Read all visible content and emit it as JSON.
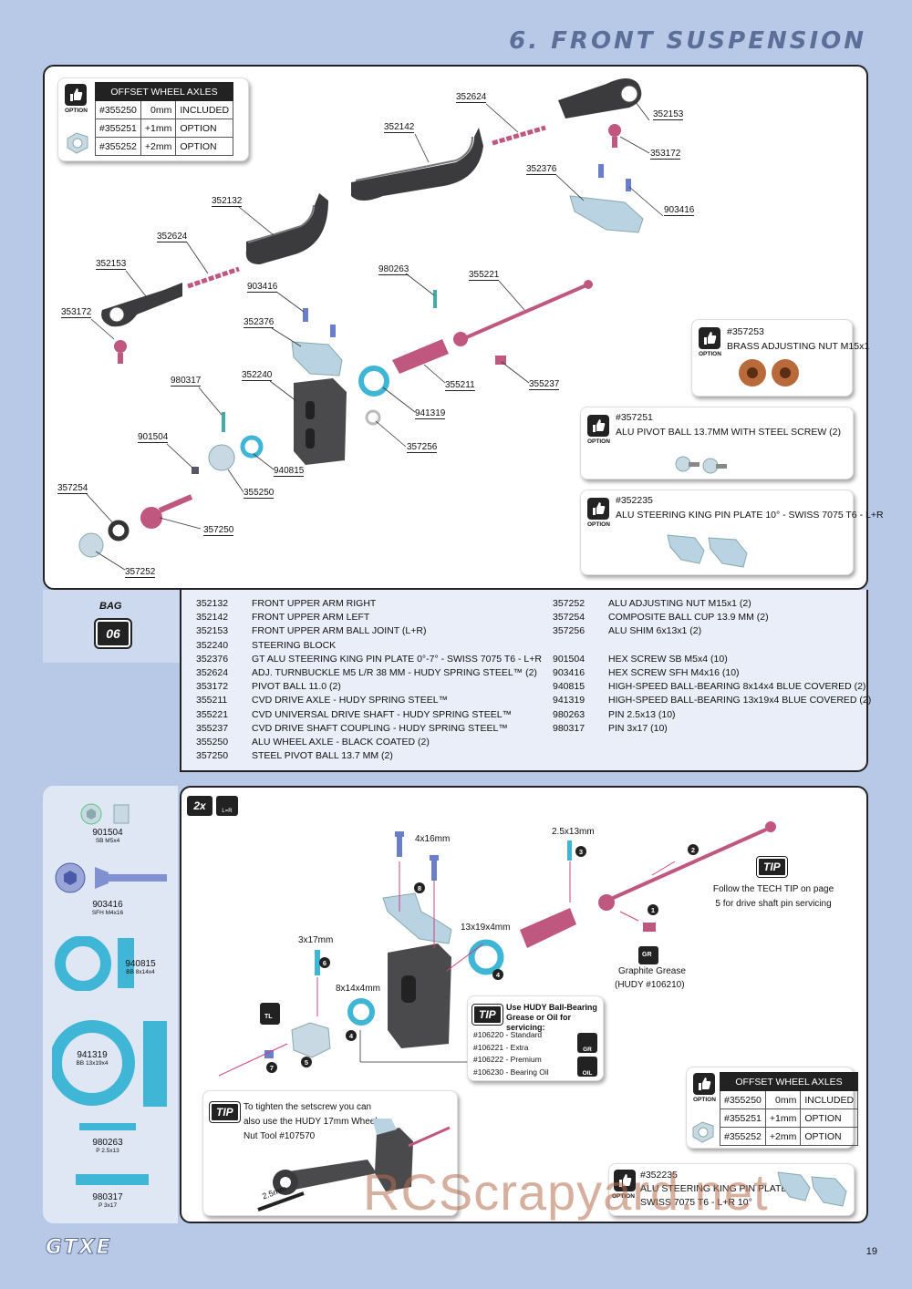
{
  "header": {
    "title": "6. FRONT SUSPENSION"
  },
  "top_callouts": [
    {
      "id": "c1",
      "label": "352624"
    },
    {
      "id": "c2",
      "label": "352153"
    },
    {
      "id": "c3",
      "label": "352142"
    },
    {
      "id": "c4",
      "label": "353172"
    },
    {
      "id": "c5",
      "label": "352376"
    },
    {
      "id": "c6",
      "label": "903416"
    },
    {
      "id": "c7",
      "label": "352132"
    },
    {
      "id": "c8",
      "label": "352624"
    },
    {
      "id": "c9",
      "label": "352153"
    },
    {
      "id": "c10",
      "label": "980263"
    },
    {
      "id": "c11",
      "label": "355221"
    },
    {
      "id": "c12",
      "label": "903416"
    },
    {
      "id": "c13",
      "label": "353172"
    },
    {
      "id": "c14",
      "label": "352376"
    },
    {
      "id": "c15",
      "label": "352240"
    },
    {
      "id": "c16",
      "label": "980317"
    },
    {
      "id": "c17",
      "label": "355211"
    },
    {
      "id": "c18",
      "label": "355237"
    },
    {
      "id": "c19",
      "label": "941319"
    },
    {
      "id": "c20",
      "label": "901504"
    },
    {
      "id": "c21",
      "label": "357256"
    },
    {
      "id": "c22",
      "label": "940815"
    },
    {
      "id": "c23",
      "label": "355250"
    },
    {
      "id": "c24",
      "label": "357254"
    },
    {
      "id": "c25",
      "label": "357250"
    },
    {
      "id": "c26",
      "label": "357252"
    }
  ],
  "offset_table_top": {
    "option_label": "OPTION",
    "title": "OFFSET WHEEL AXLES",
    "rows": [
      {
        "code": "#355250",
        "offset": "0mm",
        "status": "INCLUDED"
      },
      {
        "code": "#355251",
        "offset": "+1mm",
        "status": "OPTION"
      },
      {
        "code": "#355252",
        "offset": "+2mm",
        "status": "OPTION"
      }
    ]
  },
  "options": [
    {
      "option_label": "OPTION",
      "code": "#357253",
      "name": "BRASS ADJUSTING NUT M15x1"
    },
    {
      "option_label": "OPTION",
      "code": "#357251",
      "name": "ALU PIVOT BALL 13.7MM WITH STEEL SCREW (2)"
    },
    {
      "option_label": "OPTION",
      "code": "#352235",
      "name": "ALU STEERING KING PIN PLATE 10° - SWISS 7075 T6 - L+R"
    }
  ],
  "bag": {
    "label": "BAG",
    "number": "06"
  },
  "parts_left": [
    {
      "code": "352132",
      "name": "FRONT UPPER ARM RIGHT"
    },
    {
      "code": "352142",
      "name": "FRONT UPPER ARM LEFT"
    },
    {
      "code": "352153",
      "name": "FRONT UPPER ARM BALL JOINT (L+R)"
    },
    {
      "code": "352240",
      "name": "STEERING BLOCK"
    },
    {
      "code": "352376",
      "name": "GT ALU STEERING KING PIN PLATE 0°-7° - SWISS 7075 T6 - L+R"
    },
    {
      "code": "352624",
      "name": "ADJ. TURNBUCKLE M5 L/R 38 MM - HUDY SPRING STEEL™ (2)"
    },
    {
      "code": "353172",
      "name": "PIVOT BALL 11.0 (2)"
    },
    {
      "code": "355211",
      "name": "CVD DRIVE AXLE  - HUDY SPRING STEEL™"
    },
    {
      "code": "355221",
      "name": "CVD UNIVERSAL DRIVE SHAFT  - HUDY SPRING STEEL™"
    },
    {
      "code": "355237",
      "name": "CVD DRIVE SHAFT COUPLING  - HUDY SPRING STEEL™"
    },
    {
      "code": "355250",
      "name": "ALU WHEEL AXLE - BLACK COATED (2)"
    },
    {
      "code": "357250",
      "name": "STEEL PIVOT BALL 13.7 MM (2)"
    }
  ],
  "parts_right": [
    {
      "code": "357252",
      "name": "ALU ADJUSTING NUT M15x1 (2)"
    },
    {
      "code": "357254",
      "name": "COMPOSITE BALL CUP 13.9 MM (2)"
    },
    {
      "code": "357256",
      "name": "ALU SHIM 6x13x1 (2)"
    },
    {
      "code": "",
      "name": ""
    },
    {
      "code": "901504",
      "name": "HEX SCREW  SB M5x4  (10)"
    },
    {
      "code": "903416",
      "name": "HEX SCREW  SFH M4x16  (10)"
    },
    {
      "code": "940815",
      "name": "HIGH-SPEED BALL-BEARING 8x14x4 BLUE COVERED (2)"
    },
    {
      "code": "941319",
      "name": "HIGH-SPEED BALL-BEARING 13x19x4 BLUE COVERED (2)"
    },
    {
      "code": "980263",
      "name": "PIN 2.5x13  (10)"
    },
    {
      "code": "980317",
      "name": "PIN 3x17  (10)"
    }
  ],
  "hardware": [
    {
      "code": "901504",
      "desc": "SB M5x4"
    },
    {
      "code": "903416",
      "desc": "SFH M4x16"
    },
    {
      "code": "940815",
      "desc": "BB 8x14x4"
    },
    {
      "code": "941319",
      "desc": "BB 13x19x4"
    },
    {
      "code": "980263",
      "desc": "P 2.5x13"
    },
    {
      "code": "980317",
      "desc": "P 3x17"
    }
  ],
  "assembly": {
    "qty_badge": "2x",
    "lr_badge": "L=R",
    "labels": {
      "screw_4x16": "4x16mm",
      "pin_25x13": "2.5x13mm",
      "pin_3x17": "3x17mm",
      "bearing_13x19x4": "13x19x4mm",
      "bearing_8x14x4": "8x14x4mm",
      "grease": "Graphite Grease",
      "grease_code": "(HUDY #106210)",
      "gr_icon": "GR",
      "tl_icon": "TL",
      "oil_icon": "OIL",
      "tool_size": "2.5mm"
    },
    "steps": [
      "1",
      "2",
      "3",
      "4",
      "4",
      "5",
      "6",
      "7",
      "8"
    ],
    "tip_label": "TIP",
    "tip_drive_shaft": "Follow the TECH TIP on page 5 for drive shaft pin servicing",
    "tip_bearing_title": "Use HUDY Ball-Bearing Grease or Oil for servicing:",
    "tip_bearing_items": [
      "#106220 - Standard",
      "#106221 - Extra",
      "#106222 - Premium",
      "#106230 - Bearing Oil"
    ],
    "tip_setscrew": "To tighten the setscrew you can also use the HUDY 17mm Wheel Nut Tool #107570"
  },
  "offset_table_bottom": {
    "option_label": "OPTION",
    "title": "OFFSET WHEEL AXLES",
    "rows": [
      {
        "code": "#355250",
        "offset": "0mm",
        "status": "INCLUDED"
      },
      {
        "code": "#355251",
        "offset": "+1mm",
        "status": "OPTION"
      },
      {
        "code": "#355252",
        "offset": "+2mm",
        "status": "OPTION"
      }
    ]
  },
  "option_bottom": {
    "option_label": "OPTION",
    "code": "#352235",
    "name_line1": "ALU STEERING KING PIN PLATE",
    "name_line2": "SWISS 7075 T6 - L+R 10°"
  },
  "footer": {
    "brand": "GTXE",
    "page": "19",
    "watermark": "RCScrapyard.net"
  },
  "colors": {
    "accent": "#5b6f98",
    "page_bg": "#b7c9e6",
    "metal": "#b9d3e2",
    "plastic": "#3a3a3c",
    "bearing": "#3fb6d6",
    "pink": "#c0577f"
  }
}
